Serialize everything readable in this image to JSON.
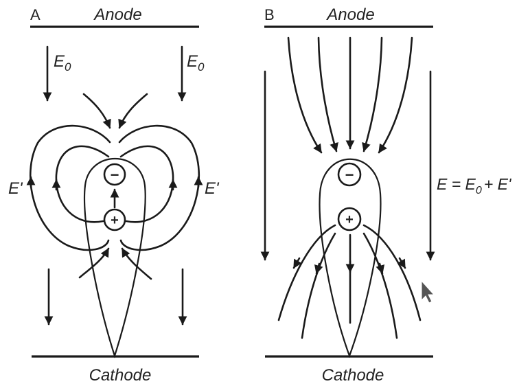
{
  "panel_a": {
    "letter": "A",
    "anode": "Anode",
    "cathode": "Cathode",
    "e0_left": "E",
    "e0_left_sub": "0",
    "e0_right": "E",
    "e0_right_sub": "0",
    "eprime_left": "E'",
    "eprime_right": "E'",
    "neg_sign": "−",
    "pos_sign": "+"
  },
  "panel_b": {
    "letter": "B",
    "anode": "Anode",
    "cathode": "Cathode",
    "eq_lhs": "E = E",
    "eq_sub": "0",
    "eq_rhs": "+ E'",
    "neg_sign": "−",
    "pos_sign": "+"
  },
  "colors": {
    "ink": "#1a1a1a",
    "cursor": "#555555"
  },
  "icons": {
    "cursor": "mouse-pointer-icon"
  }
}
